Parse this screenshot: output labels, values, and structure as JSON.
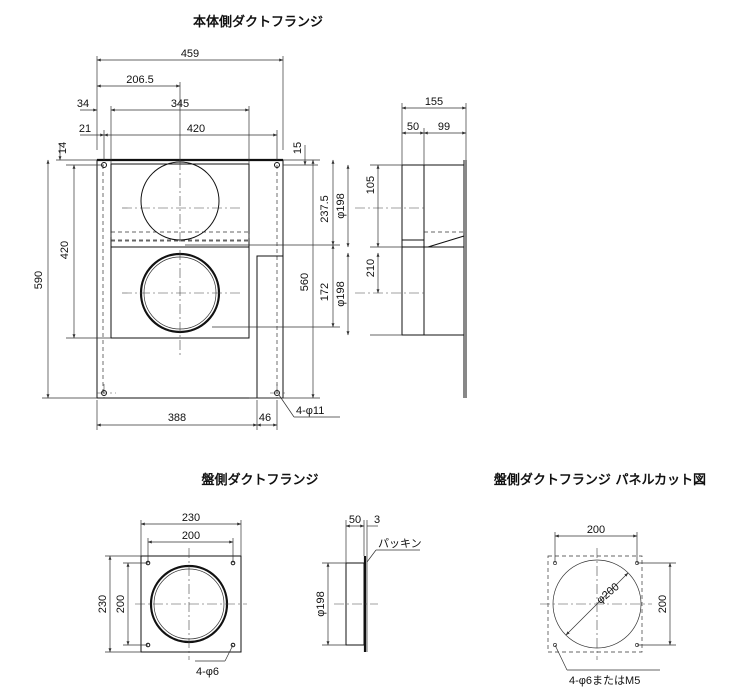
{
  "titles": {
    "main": "本体側ダクトフランジ",
    "panel": "盤側ダクトフランジ",
    "cutout": "盤側ダクトフランジ パネルカット図"
  },
  "main_view": {
    "w459": "459",
    "w206_5": "206.5",
    "w34": "34",
    "w345": "345",
    "w21": "21",
    "w420": "420",
    "v14": "14",
    "v15": "15",
    "h590": "590",
    "h420": "420",
    "h237_5": "237.5",
    "h560": "560",
    "b388": "388",
    "b46": "46",
    "holes": "4-φ11"
  },
  "side_view": {
    "w155": "155",
    "w50": "50",
    "w99": "99",
    "v105": "105",
    "v210": "210",
    "v172": "172",
    "d198a": "φ198",
    "d198b": "φ198"
  },
  "panel_front": {
    "w230": "230",
    "w200": "200",
    "h230": "230",
    "h200": "200",
    "holes": "4-φ6"
  },
  "panel_side": {
    "w50": "50",
    "w3": "3",
    "gasket": "パッキン",
    "d198": "φ198"
  },
  "cutout": {
    "w200": "200",
    "h200": "200",
    "d200": "φ200",
    "holes": "4-φ6またはM5"
  }
}
